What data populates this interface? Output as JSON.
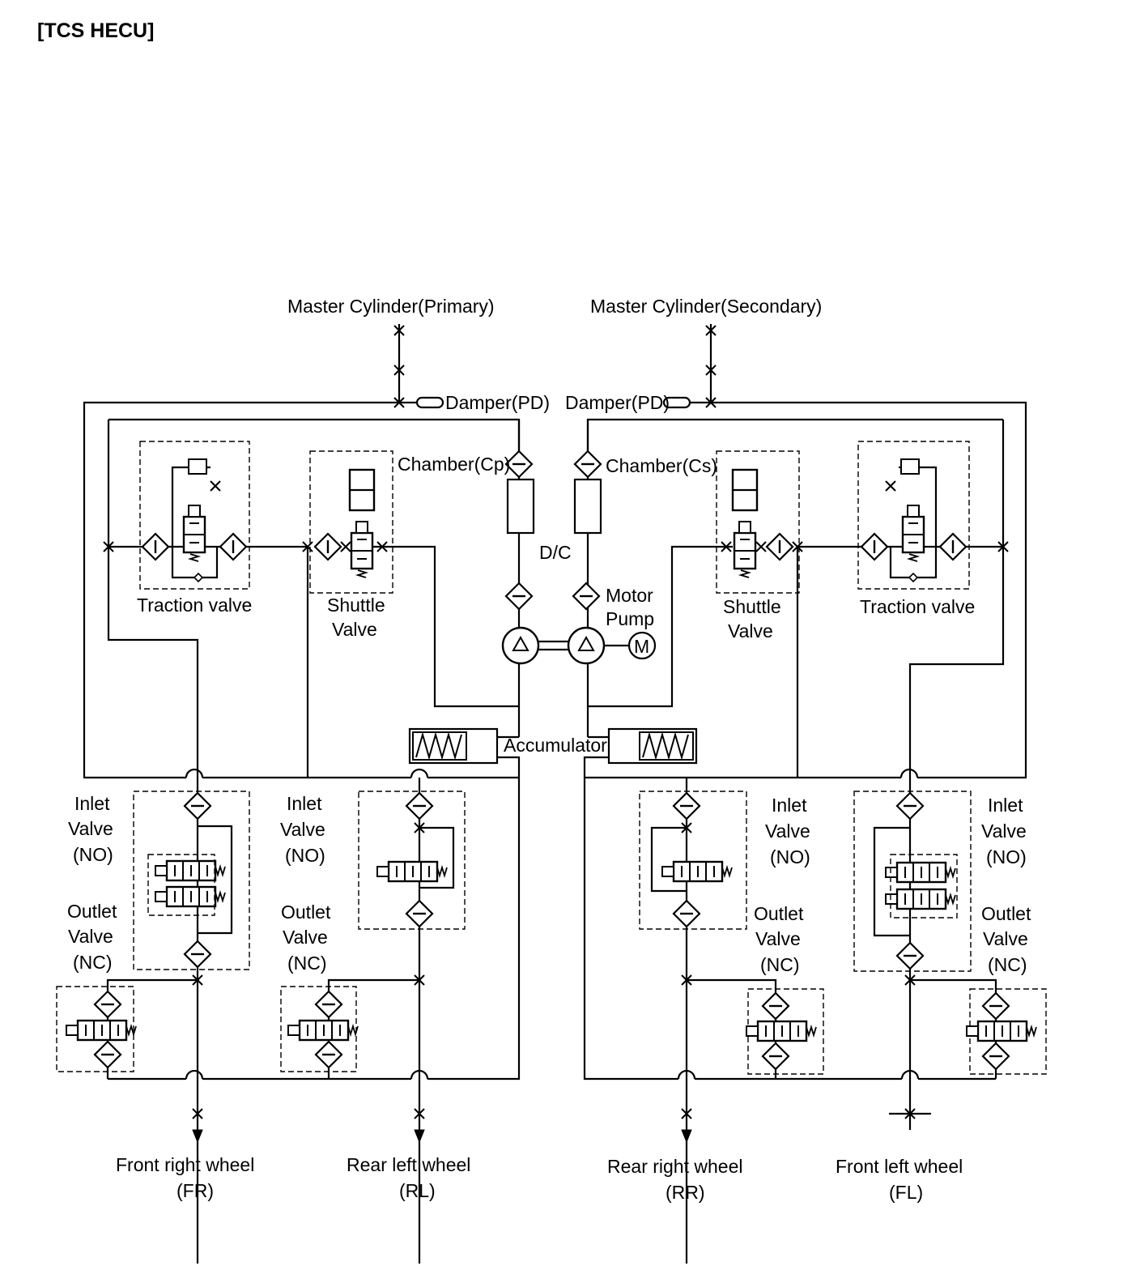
{
  "title": "[TCS   HECU]",
  "labels": {
    "mc_primary": "Master Cylinder(Primary)",
    "mc_secondary": "Master Cylinder(Secondary)",
    "damper_left": "Damper(PD)",
    "damper_right": "Damper(PD)",
    "chamber_left": "Chamber(Cp)",
    "chamber_right": "Chamber(Cs)",
    "traction_left": "Traction valve",
    "traction_right": "Traction valve",
    "shuttle_left_1": "Shuttle",
    "shuttle_left_2": "Valve",
    "shuttle_right_1": "Shuttle",
    "shuttle_right_2": "Valve",
    "dc": "D/C",
    "motor_1": "Motor",
    "motor_2": "Pump",
    "motor_symbol": "M",
    "accumulator": "Accumulator",
    "inlet": [
      "Inlet",
      "Valve",
      "(NO)"
    ],
    "outlet": [
      "Outlet",
      "Valve",
      "(NC)"
    ],
    "wheels": [
      {
        "name": "Front right wheel",
        "code": "(FR)"
      },
      {
        "name": "Rear left wheel",
        "code": "(RL)"
      },
      {
        "name": "Rear right wheel",
        "code": "(RR)"
      },
      {
        "name": "Front left wheel",
        "code": "(FL)"
      }
    ]
  }
}
